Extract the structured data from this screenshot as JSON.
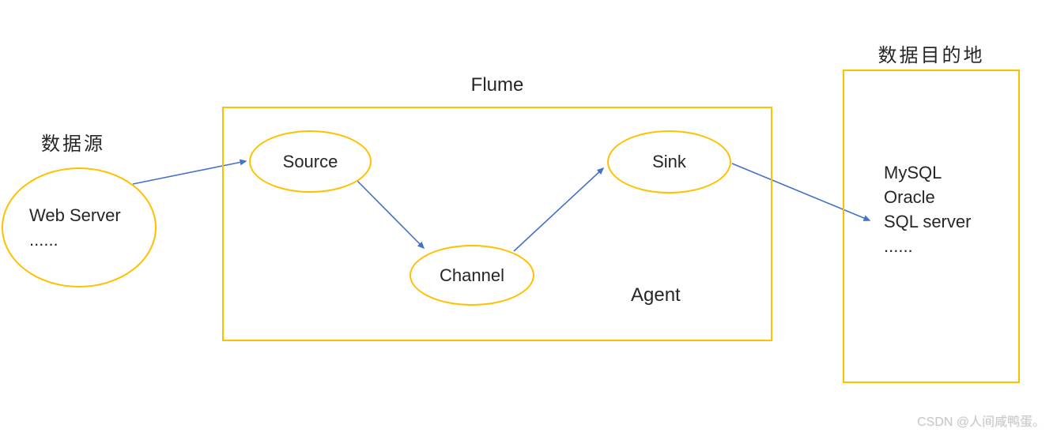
{
  "diagram": {
    "source_section": {
      "label": "数据源",
      "ellipse": {
        "line1": "Web Server",
        "line2": "......"
      }
    },
    "flume_box": {
      "title": "Flume",
      "agent_label": "Agent",
      "nodes": {
        "source": "Source",
        "channel": "Channel",
        "sink": "Sink"
      }
    },
    "destination_box": {
      "title": "数据目的地",
      "items": [
        "MySQL",
        "Oracle",
        "SQL server",
        "......"
      ]
    },
    "arrows": [
      {
        "from": "web-server",
        "to": "source"
      },
      {
        "from": "source",
        "to": "channel"
      },
      {
        "from": "channel",
        "to": "sink"
      },
      {
        "from": "sink",
        "to": "destination"
      }
    ],
    "watermark": "CSDN @人间咸鸭蛋。",
    "colors": {
      "shape_border": "#FFC000",
      "arrow": "#4472C4",
      "text": "#262626",
      "watermark": "#C9C9C9"
    }
  }
}
